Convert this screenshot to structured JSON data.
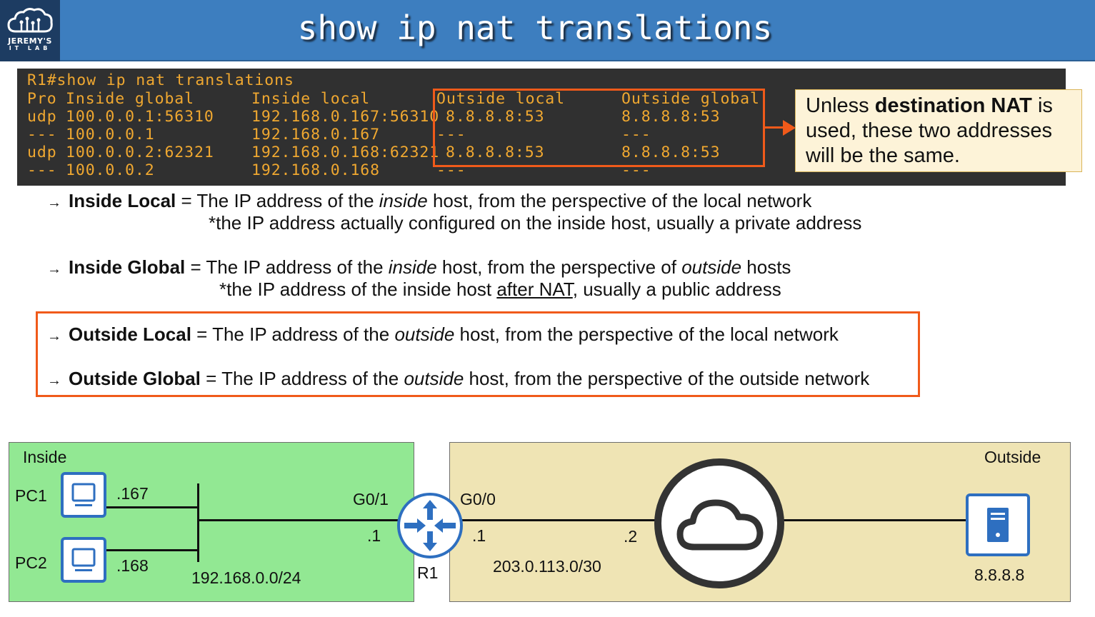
{
  "header": {
    "logo_line1": "JEREMY'S",
    "logo_line2": "IT LAB",
    "title": "show ip nat translations"
  },
  "terminal": {
    "command": "R1#show ip nat translations",
    "headers": [
      "Pro",
      "Inside global",
      "Inside local",
      "Outside local",
      "Outside global"
    ],
    "rows": [
      [
        "udp",
        "100.0.0.1:56310",
        "192.168.0.167:56310",
        "8.8.8.8:53",
        "8.8.8.8:53"
      ],
      [
        "---",
        "100.0.0.1",
        "192.168.0.167",
        "---",
        "---"
      ],
      [
        "udp",
        "100.0.0.2:62321",
        "192.168.0.168:62321",
        "8.8.8.8:53",
        "8.8.8.8:53"
      ],
      [
        "---",
        "100.0.0.2",
        "192.168.0.168",
        "---",
        "---"
      ]
    ]
  },
  "callout": {
    "pre": "Unless ",
    "bold": "destination NAT",
    "post": " is used, these two addresses will be the same."
  },
  "definitions": {
    "arrow": "→",
    "inside_local": {
      "term": "Inside Local",
      "p1": " = The IP address of the ",
      "em1": "inside",
      "p2": " host, from the perspective of the local network",
      "sub": "*the IP address actually configured on the inside host, usually a private address"
    },
    "inside_global": {
      "term": "Inside Global",
      "p1": " = The IP address of the ",
      "em1": "inside",
      "p2": " host, from the perspective of ",
      "em2": "outside",
      "p3": " hosts",
      "sub_pre": "*the IP address of the inside host ",
      "sub_u": "after NAT",
      "sub_post": ", usually a public address"
    },
    "outside_local": {
      "term": "Outside Local",
      "p1": " = The IP address of the ",
      "em1": "outside",
      "p2": " host, from the perspective of the local network"
    },
    "outside_global": {
      "term": "Outside Global",
      "p1": " = The IP address of the ",
      "em1": "outside",
      "p2": " host, from the perspective of the outside network"
    }
  },
  "diagram": {
    "inside_label": "Inside",
    "outside_label": "Outside",
    "pc1": "PC1",
    "pc2": "PC2",
    "pc1_ip": ".167",
    "pc2_ip": ".168",
    "inside_subnet": "192.168.0.0/24",
    "g01": "G0/1",
    "g00": "G0/0",
    "r1_inside_ip": ".1",
    "r1_outside_ip": ".1",
    "isp_ip": ".2",
    "router": "R1",
    "outside_subnet": "203.0.113.0/30",
    "server_ip": "8.8.8.8"
  },
  "colors": {
    "header_blue": "#3d7ebf",
    "terminal_text": "#f0a830",
    "highlight_orange": "#f05a1a",
    "inside_green": "#92e893",
    "outside_tan": "#efe4b4",
    "icon_blue": "#2e6fc0"
  }
}
